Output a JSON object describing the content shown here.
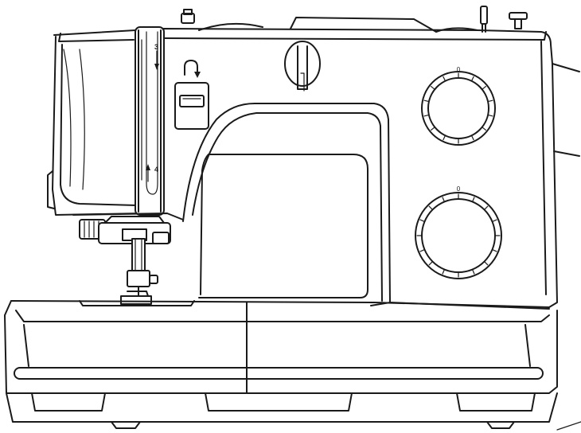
{
  "diagram": {
    "thread_guide_upper_number": "3",
    "thread_guide_lower_number": "4",
    "upper_dial_mark": "0",
    "lower_dial_mark": "0",
    "icons": [
      "reverse-stitch-arrow-icon",
      "threading-arrow-down-icon",
      "threading-arrow-up-icon"
    ]
  }
}
